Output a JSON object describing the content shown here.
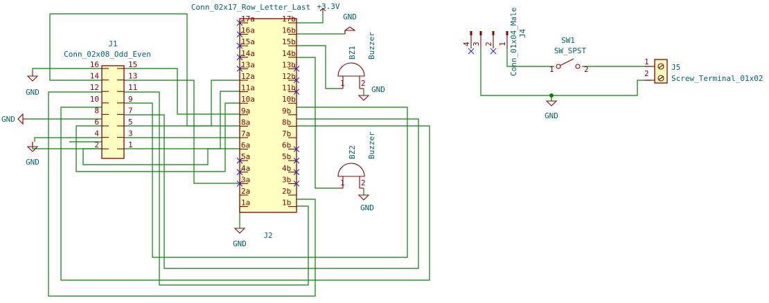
{
  "j1": {
    "ref": "J1",
    "value": "Conn_02x08_Odd_Even",
    "left_pins": [
      "16",
      "14",
      "12",
      "10",
      "8",
      "6",
      "4",
      "2"
    ],
    "right_pins": [
      "15",
      "13",
      "11",
      "9",
      "7",
      "5",
      "3",
      "1"
    ]
  },
  "j2": {
    "ref": "J2",
    "value": "Conn_02x17_Row_Letter_Last",
    "left_pins": [
      "17a",
      "16a",
      "15a",
      "14a",
      "13a",
      "12a",
      "11a",
      "10a",
      "9a",
      "8a",
      "7a",
      "6a",
      "5a",
      "4a",
      "3a",
      "2a",
      "1a"
    ],
    "right_pins": [
      "17b",
      "16b",
      "15b",
      "14b",
      "13b",
      "12b",
      "11b",
      "10b",
      "9b",
      "8b",
      "7b",
      "6b",
      "5b",
      "4b",
      "3b",
      "2b",
      "1b"
    ]
  },
  "bz1": {
    "ref": "BZ1",
    "value": "Buzzer",
    "pin1": "1",
    "pin2": "2"
  },
  "bz2": {
    "ref": "BZ2",
    "value": "Buzzer",
    "pin1": "1",
    "pin2": "2"
  },
  "j4": {
    "ref": "J4",
    "value": "Conn_01x04_Male",
    "pins": [
      "4",
      "3",
      "2",
      "1"
    ]
  },
  "sw1": {
    "ref": "SW1",
    "value": "SW_SPST",
    "pin1": "1",
    "pin2": "2"
  },
  "j5": {
    "ref": "J5",
    "value": "Screw_Terminal_01x02",
    "pin1": "1",
    "pin2": "2"
  },
  "power": {
    "gnd": "GND",
    "v33": "+3.3V"
  }
}
